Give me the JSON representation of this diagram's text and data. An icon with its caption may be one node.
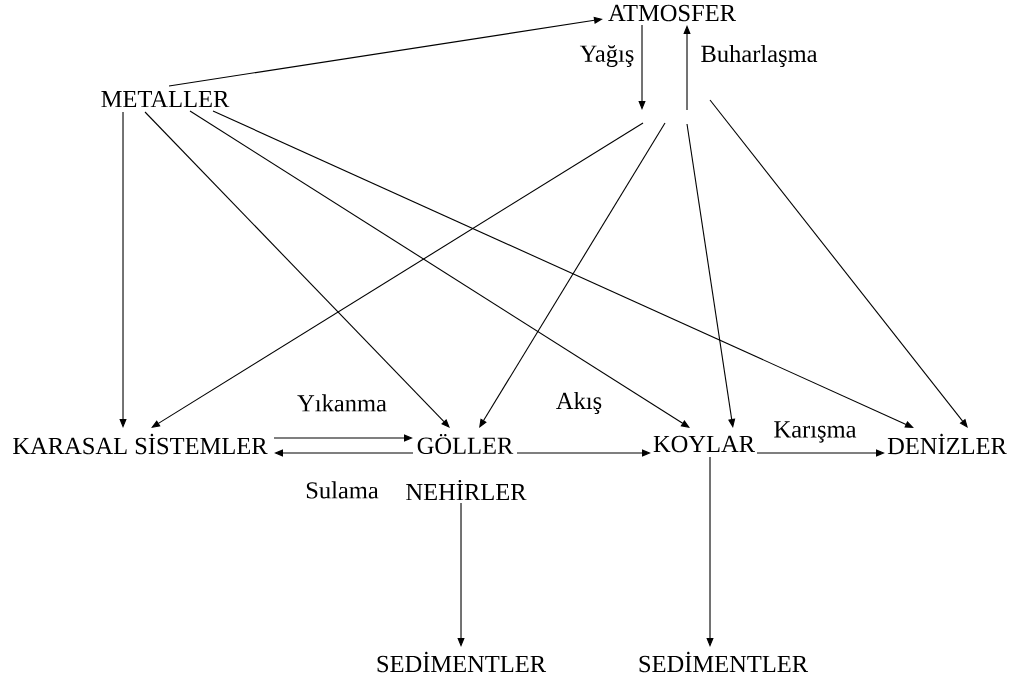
{
  "diagram": {
    "nodes": [
      {
        "text": [
          "ATMOSFER"
        ]
      },
      {
        "text": [
          "METALLER"
        ]
      },
      {
        "text": [
          "KARASAL SİSTEMLER"
        ]
      },
      {
        "text": [
          "GÖLLER"
        ]
      },
      {
        "text": [
          "KOYLAR"
        ]
      },
      {
        "text": [
          "DENİZLER"
        ]
      },
      {
        "text": [
          "NEHİRLER"
        ]
      },
      {
        "text": [
          "SEDİMENTLER"
        ]
      },
      {
        "text": [
          "SEDİMENTLER"
        ]
      }
    ],
    "edges": [
      {
        "from": 1,
        "to": 0,
        "arrow": "to"
      },
      {
        "from": 0,
        "to": null,
        "arrow": "to",
        "label": "Yağış"
      },
      {
        "from": null,
        "to": 0,
        "arrow": "to",
        "label": "Buharlaşma"
      },
      {
        "from": null,
        "to": 2,
        "arrow": "to"
      },
      {
        "from": null,
        "to": 3,
        "arrow": "to"
      },
      {
        "from": null,
        "to": 4,
        "arrow": "to"
      },
      {
        "from": null,
        "to": 5,
        "arrow": "to"
      },
      {
        "from": 1,
        "to": 2,
        "arrow": "to"
      },
      {
        "from": 1,
        "to": 3,
        "arrow": "to"
      },
      {
        "from": 1,
        "to": 4,
        "arrow": "to"
      },
      {
        "from": 1,
        "to": 5,
        "arrow": "to"
      },
      {
        "from": 2,
        "to": 3,
        "arrow": "to",
        "label": "Yıkanma"
      },
      {
        "from": 3,
        "to": 2,
        "arrow": "to",
        "label": "Sulama"
      },
      {
        "from": 3,
        "to": 4,
        "arrow": "to",
        "label": "Akış"
      },
      {
        "from": 4,
        "to": 5,
        "arrow": "to",
        "label": "Karışma"
      },
      {
        "from": 6,
        "to": 7,
        "arrow": "to"
      },
      {
        "from": 4,
        "to": 8,
        "arrow": "to"
      }
    ]
  }
}
